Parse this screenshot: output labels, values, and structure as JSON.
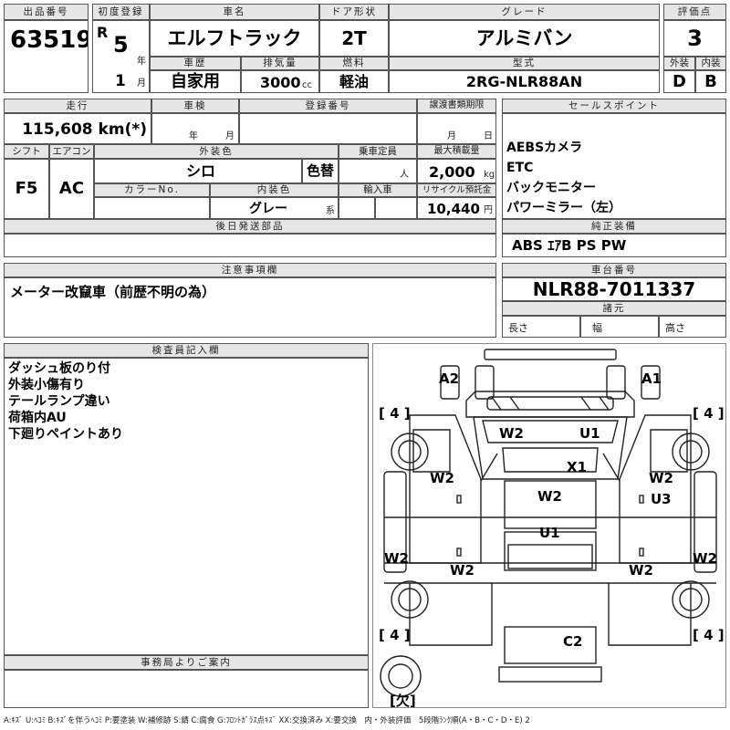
{
  "header": {
    "lot_label": "出品番号",
    "lot_number": "63519",
    "first_reg_label": "初度登録",
    "era_mark": "R",
    "reg_year": "5",
    "year_unit": "年",
    "reg_month": "1",
    "month_unit": "月",
    "name_label": "車名",
    "car_name": "エルフトラック",
    "door_label": "ドア形状",
    "door_type": "2T",
    "grade_label": "グレード",
    "grade": "アルミバン",
    "score_label": "評価点",
    "score": "3",
    "history_label": "車歴",
    "history": "自家用",
    "displacement_label": "排気量",
    "displacement": "3000",
    "displacement_unit": "cc",
    "fuel_label": "燃料",
    "fuel": "軽油",
    "model_label": "型式",
    "model_code": "2RG-NLR88AN",
    "exterior_label": "外装",
    "exterior_grade": "D",
    "interior_label": "内装",
    "interior_grade": "B"
  },
  "details": {
    "mileage_label": "走行",
    "mileage": "115,608 km(*)",
    "inspection_label": "車検",
    "insp_year_unit": "年",
    "insp_month_unit": "月",
    "reg_number_label": "登録番号",
    "transfer_label": "譲渡書類期限",
    "transfer_month_unit": "月",
    "transfer_day_unit": "日",
    "shift_label": "シフト",
    "shift": "F5",
    "ac_label": "エアコン",
    "ac": "AC",
    "ext_color_label": "外装色",
    "ext_color": "シロ",
    "color_change": "色替",
    "capacity_label": "乗車定員",
    "capacity_unit": "人",
    "max_load_label": "最大積載量",
    "max_load": "2,000",
    "max_load_unit": "kg",
    "color_no_label": "カラーNo.",
    "int_color_label": "内装色",
    "int_color": "グレー",
    "int_color_unit": "系",
    "import_label": "輸入車",
    "recycle_label": "リサイクル預託金",
    "recycle_fee": "10,440",
    "recycle_unit": "円",
    "later_parts_label": "後日発送部品"
  },
  "sales": {
    "label": "セールスポイント",
    "items": [
      "AEBSカメラ",
      "ETC",
      "バックモニター",
      "パワーミラー（左）"
    ]
  },
  "equipment": {
    "label": "純正装備",
    "value": "ABS ｴｱB PS PW"
  },
  "notes": {
    "label": "注意事項欄",
    "text": "メーター改竄車（前歴不明の為）"
  },
  "chassis": {
    "label": "車台番号",
    "number": "NLR88-7011337",
    "specs_label": "諸元",
    "length_label": "長さ",
    "width_label": "幅",
    "height_label": "高さ"
  },
  "inspector": {
    "label": "検査員記入欄",
    "lines": [
      "ダッシュ板のり付",
      "外装小傷有り",
      "テールランプ違い",
      "荷箱内AU",
      "下廻りペイントあり"
    ]
  },
  "office": {
    "label": "事務局よりご案内"
  },
  "diagram": {
    "tire_fl": "[ 4 ]",
    "tire_fr": "[ 4 ]",
    "tire_rl": "[ 4 ]",
    "tire_rr": "[ 4 ]",
    "spare": "[欠]",
    "marks": [
      {
        "id": "a2-left-mirror",
        "text": "A2"
      },
      {
        "id": "a1-right-mirror",
        "text": "A1"
      },
      {
        "id": "w2-cab-left",
        "text": "W2"
      },
      {
        "id": "u1-cab-right",
        "text": "U1"
      },
      {
        "id": "x1-windshield",
        "text": "X1"
      },
      {
        "id": "w2-left-door",
        "text": "W2"
      },
      {
        "id": "w2-right-door",
        "text": "W2"
      },
      {
        "id": "u3-right-door",
        "text": "U3"
      },
      {
        "id": "w2-roof",
        "text": "W2"
      },
      {
        "id": "u1-body",
        "text": "U1"
      },
      {
        "id": "w2-left-side",
        "text": "W2"
      },
      {
        "id": "w2-left-lower",
        "text": "W2"
      },
      {
        "id": "w2-right-lower",
        "text": "W2"
      },
      {
        "id": "w2-right-side",
        "text": "W2"
      },
      {
        "id": "c2-rear",
        "text": "C2"
      }
    ]
  },
  "legend": "A:ｷｽﾞ U:ﾍｺﾐ B:ｷｽﾞを伴うﾍｺﾐ P:要塗装 W:補修跡 S:錆 C:腐食 G:ﾌﾛﾝﾄｶﾞﾗｽ点ｷｽﾞ XX:交換済み X:要交換　内・外装評価　5段階ﾗﾝｸ順(A・B・C・D・E) 2"
}
